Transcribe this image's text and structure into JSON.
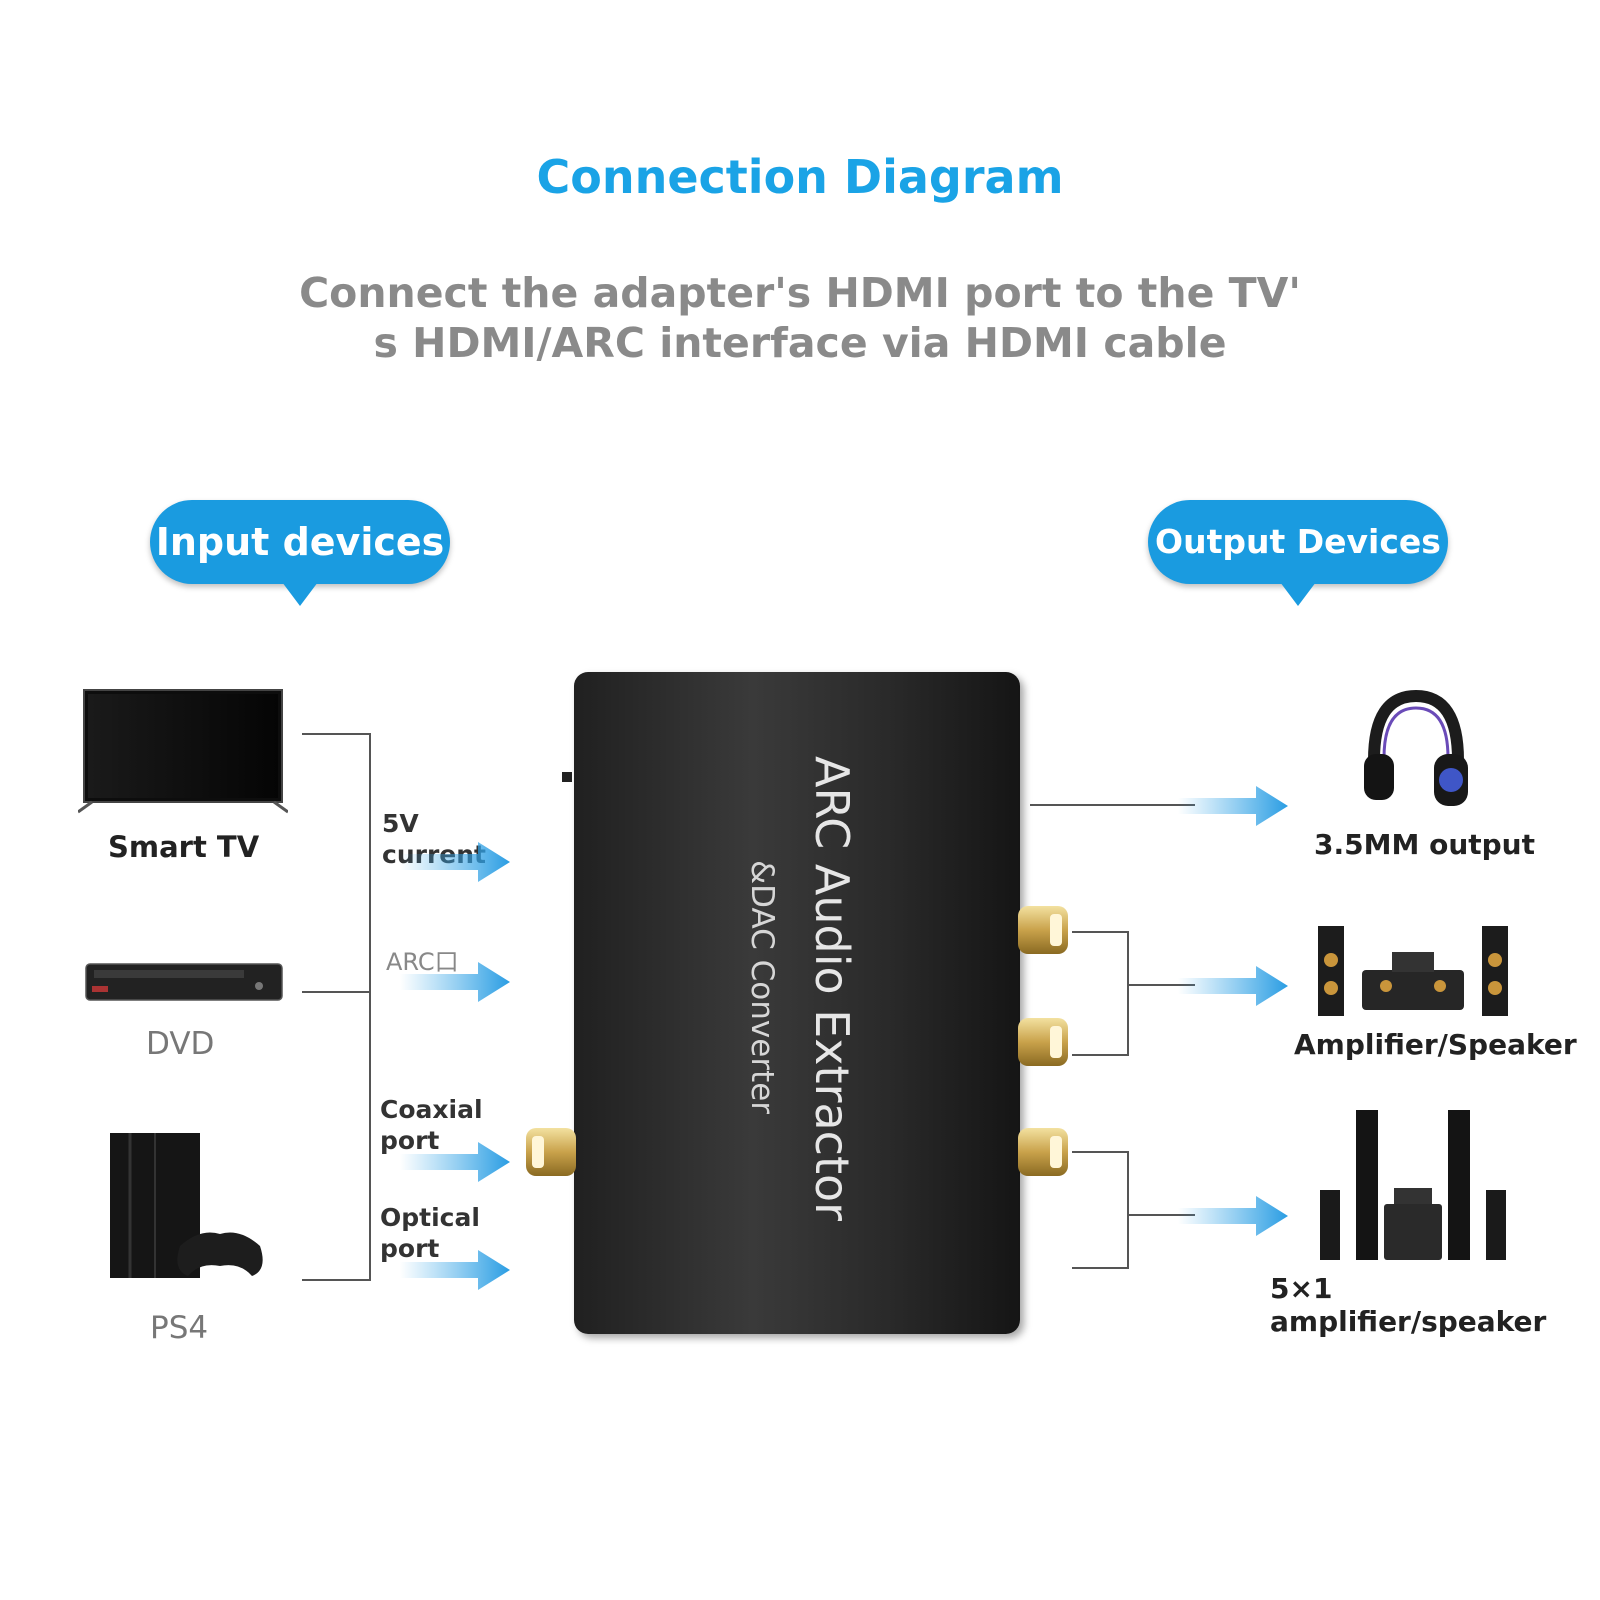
{
  "title": "Connection Diagram",
  "subtitle_line1": "Connect the adapter's HDMI port to the TV'",
  "subtitle_line2": "s HDMI/ARC interface via HDMI cable",
  "input_pill": "Input devices",
  "output_pill": "Output Devices",
  "inputs": {
    "smart_tv": "Smart TV",
    "dvd": "DVD",
    "ps4": "PS4"
  },
  "ports": {
    "five_v_1": "5V",
    "five_v_2": "current",
    "arc": "ARC口",
    "coaxial_1": "Coaxial",
    "coaxial_2": "port",
    "optical_1": "Optical",
    "optical_2": "port"
  },
  "device": {
    "line1": "ARC Audio Extractor",
    "line2": "&DAC Converter"
  },
  "outputs": {
    "headphone": "3.5MM output",
    "amplifier": "Amplifier/Speaker",
    "surround": "5×1 amplifier/speaker"
  },
  "colors": {
    "title": "#1aa3e6",
    "pill": "#1a9be0",
    "arrow": "#3aa8e8",
    "subtitle": "#8a8a8a"
  }
}
